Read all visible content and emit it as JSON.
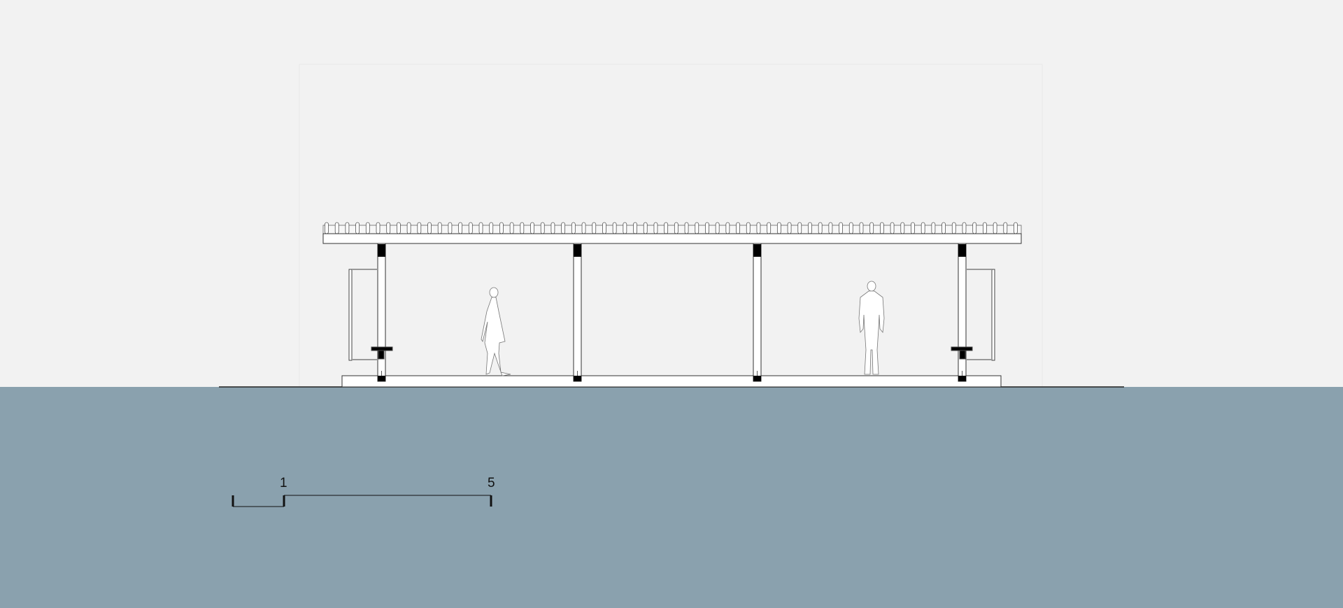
{
  "colors": {
    "background": "#f2f2f2",
    "ground": "#8aa1ae",
    "line": "#222222"
  },
  "drawing": {
    "type": "section elevation of open pavilion",
    "column_count": 4,
    "roof_rib_count": 68,
    "figures": [
      "walking-person",
      "standing-person"
    ]
  },
  "scale_bar": {
    "labels": [
      "1",
      "5"
    ]
  }
}
